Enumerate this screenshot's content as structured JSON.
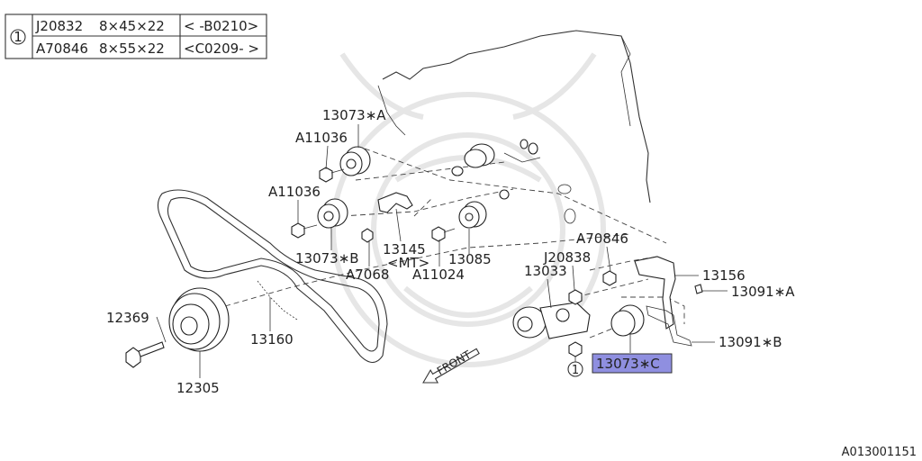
{
  "spec_table": {
    "marker": "1",
    "rows": [
      {
        "part": "J20832",
        "size": "8×45×22",
        "range": "< -B0210>"
      },
      {
        "part": "A70846",
        "size": "8×55×22",
        "range": "<C0209- >"
      }
    ]
  },
  "callouts": {
    "c13073A": "13073∗A",
    "c11036a": "A11036",
    "c11036b": "A11036",
    "c13073B": "13073∗B",
    "c13145": "13145",
    "c13145mt": "<MT>",
    "c7068": "A7068",
    "c11024": "A11024",
    "c13085": "13085",
    "c70846": "A70846",
    "c20838": "J20838",
    "c13033": "13033",
    "c13156": "13156",
    "c13091A": "13091∗A",
    "c13091B": "13091∗B",
    "c13073C": "13073∗C",
    "c12369": "12369",
    "c12305": "12305",
    "c13160": "13160",
    "marker1": "1"
  },
  "front_label": "FRONT",
  "diagram_id": "A013001151",
  "colors": {
    "highlight": "#8f8fe0",
    "line": "#333333"
  }
}
